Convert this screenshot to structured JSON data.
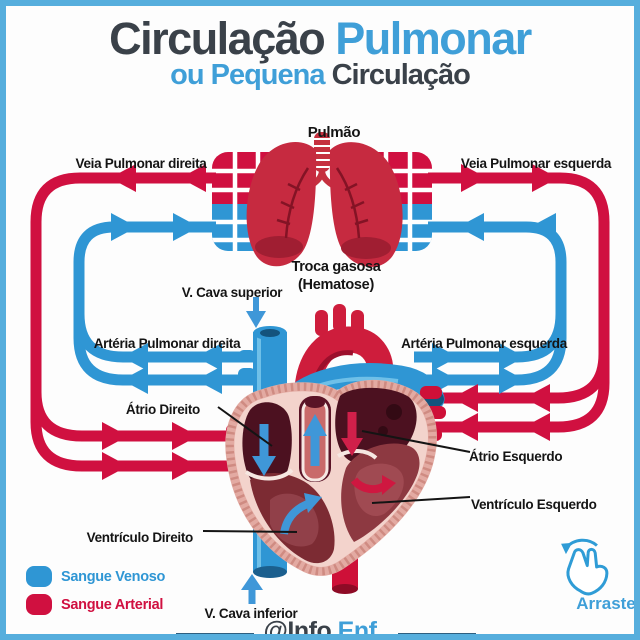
{
  "title": {
    "part1": "Circulação",
    "part2": "Pulmonar",
    "sub1": "ou Pequena",
    "sub2": "Circulação"
  },
  "colors": {
    "frame_blue": "#56aedd",
    "title_dark": "#3a4149",
    "accent_blue": "#3f9fd8",
    "venous_blue": "#2f96d4",
    "arterial_red": "#d01040",
    "label_black": "#141414",
    "footer_line": "#2e5f80"
  },
  "labels": {
    "pulmao": "Pulmão",
    "veia_pulmonar_direita": "Veia Pulmonar direita",
    "veia_pulmonar_esquerda": "Veia Pulmonar esquerda",
    "troca_gasosa_1": "Troca gasosa",
    "troca_gasosa_2": "(Hematose)",
    "v_cava_superior": "V. Cava superior",
    "arteria_pulmonar_direita": "Artéria Pulmonar direita",
    "arteria_pulmonar_esquerda": "Artéria Pulmonar esquerda",
    "atrio_direito": "Átrio Direito",
    "atrio_esquerdo": "Átrio Esquerdo",
    "ventriculo_esquerdo": "Ventrículo Esquerdo",
    "ventriculo_direito": "Ventrículo Direito",
    "v_cava_inferior": "V. Cava inferior"
  },
  "legend": {
    "venoso": "Sangue Venoso",
    "arterial": "Sangue Arterial"
  },
  "footer": {
    "handle_dark": "@Info.",
    "handle_accent": "Enf",
    "drag_hint": "Arraste"
  }
}
